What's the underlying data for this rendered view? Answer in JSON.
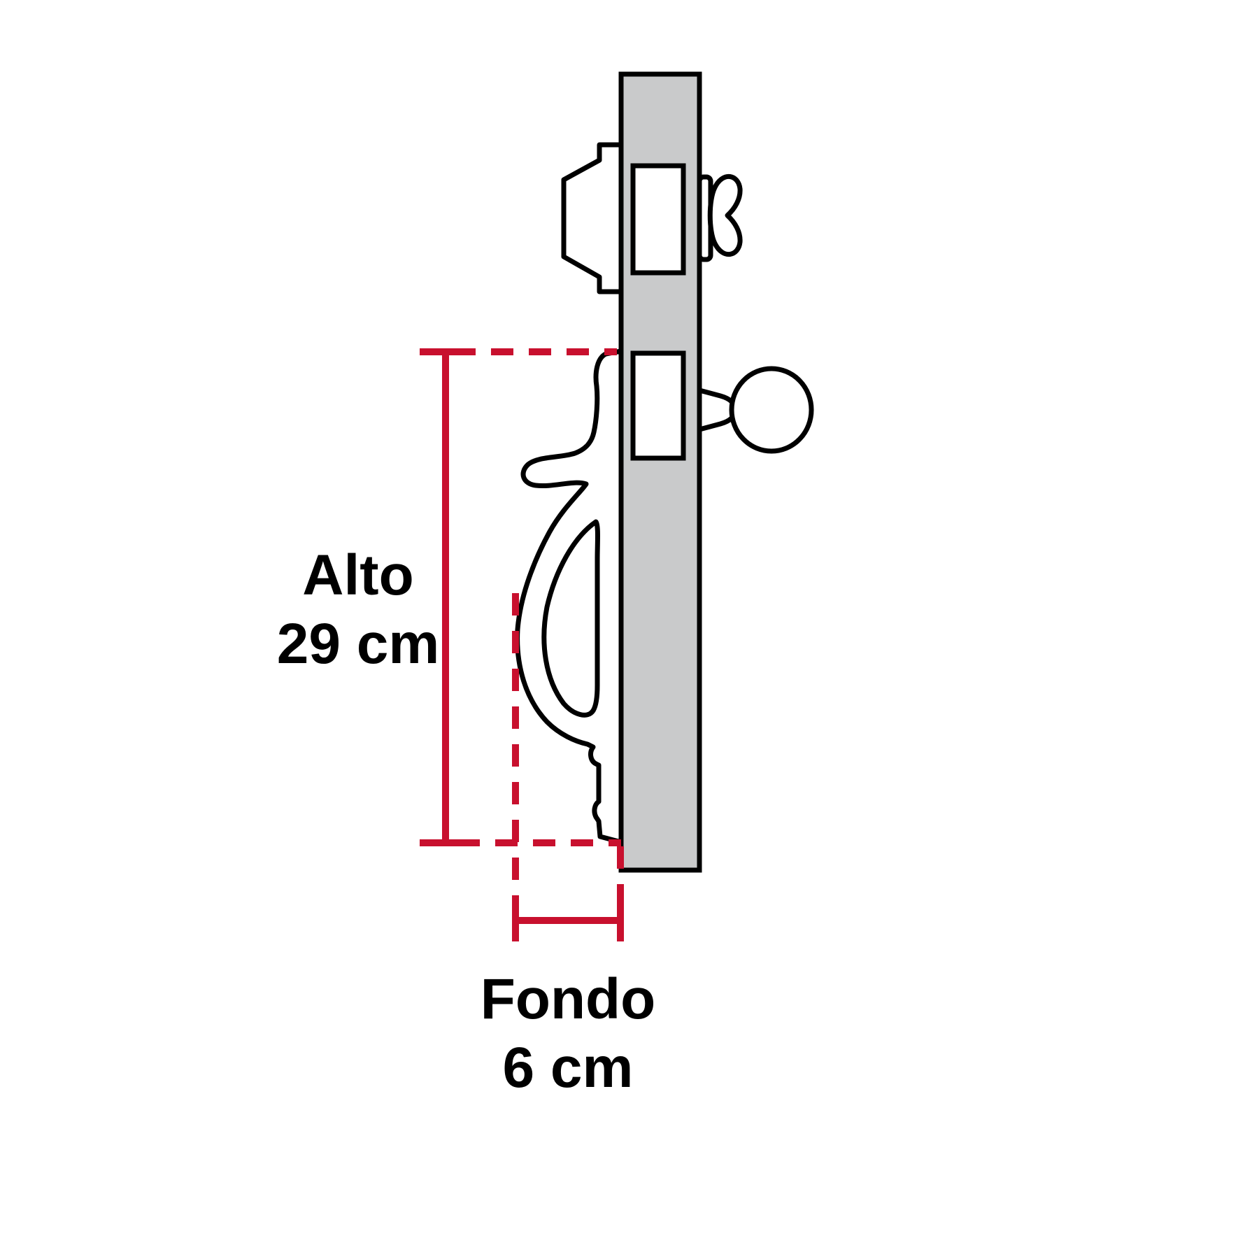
{
  "diagram": {
    "height_dimension": {
      "label": "Alto",
      "value": "29 cm"
    },
    "depth_dimension": {
      "label": "Fondo",
      "value": "6 cm"
    },
    "colors": {
      "dimension_red": "#c8102e",
      "door_gray": "#c9cacb",
      "line_black": "#000000",
      "background": "#ffffff"
    }
  }
}
